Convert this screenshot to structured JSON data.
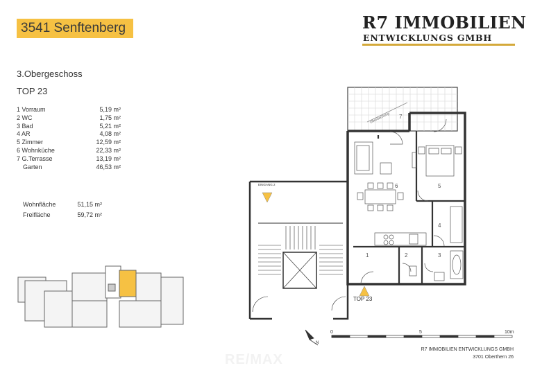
{
  "header": {
    "location": "3541 Senftenberg",
    "brand_line1": "R7 IMMOBILIEN",
    "brand_line2": "ENTWICKLUNGS GMBH"
  },
  "unit": {
    "floor": "3.Obergeschoss",
    "top": "TOP 23"
  },
  "rooms": [
    {
      "name": "1 Vorraum",
      "area": "5,19 m²"
    },
    {
      "name": "2 WC",
      "area": "1,75 m²"
    },
    {
      "name": "3 Bad",
      "area": "5,21 m²"
    },
    {
      "name": "4 AR",
      "area": "4,08 m²"
    },
    {
      "name": "5 Zimmer",
      "area": "12,59 m²"
    },
    {
      "name": "6 Wohnküche",
      "area": "22,33 m²"
    },
    {
      "name": "7 G.Terrasse",
      "area": "13,19 m²"
    },
    {
      "name": "   Garten",
      "area": "46,53 m²"
    }
  ],
  "summary": [
    {
      "name": "Wohnfläche",
      "area": "51,15 m²"
    },
    {
      "name": "Freifläche",
      "area": "59,72 m²"
    }
  ],
  "plan": {
    "room_numbers": [
      "1",
      "2",
      "3",
      "4",
      "5",
      "6",
      "7"
    ],
    "entrance_label": "EINGANG 2",
    "top_label": "TOP 23",
    "terrace_label": "Überdachung",
    "direction_label": "N"
  },
  "scale": {
    "labels": [
      "0",
      "5",
      "10m"
    ]
  },
  "footer": {
    "company": "R7 IMMOBILIEN ENTWICKLUNGS GMBH",
    "address": "3701 Oberthern 26"
  },
  "watermark": "RE/MAX",
  "colors": {
    "accent": "#f6c143",
    "highlight": "#f6c143",
    "rule": "#d4a93a"
  }
}
